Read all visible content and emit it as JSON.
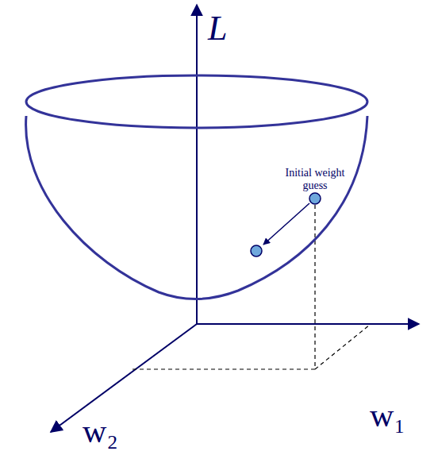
{
  "diagram": {
    "labels": [
      "L",
      "Initial weight guess",
      "w₁",
      "w₂"
    ]
  }
}
